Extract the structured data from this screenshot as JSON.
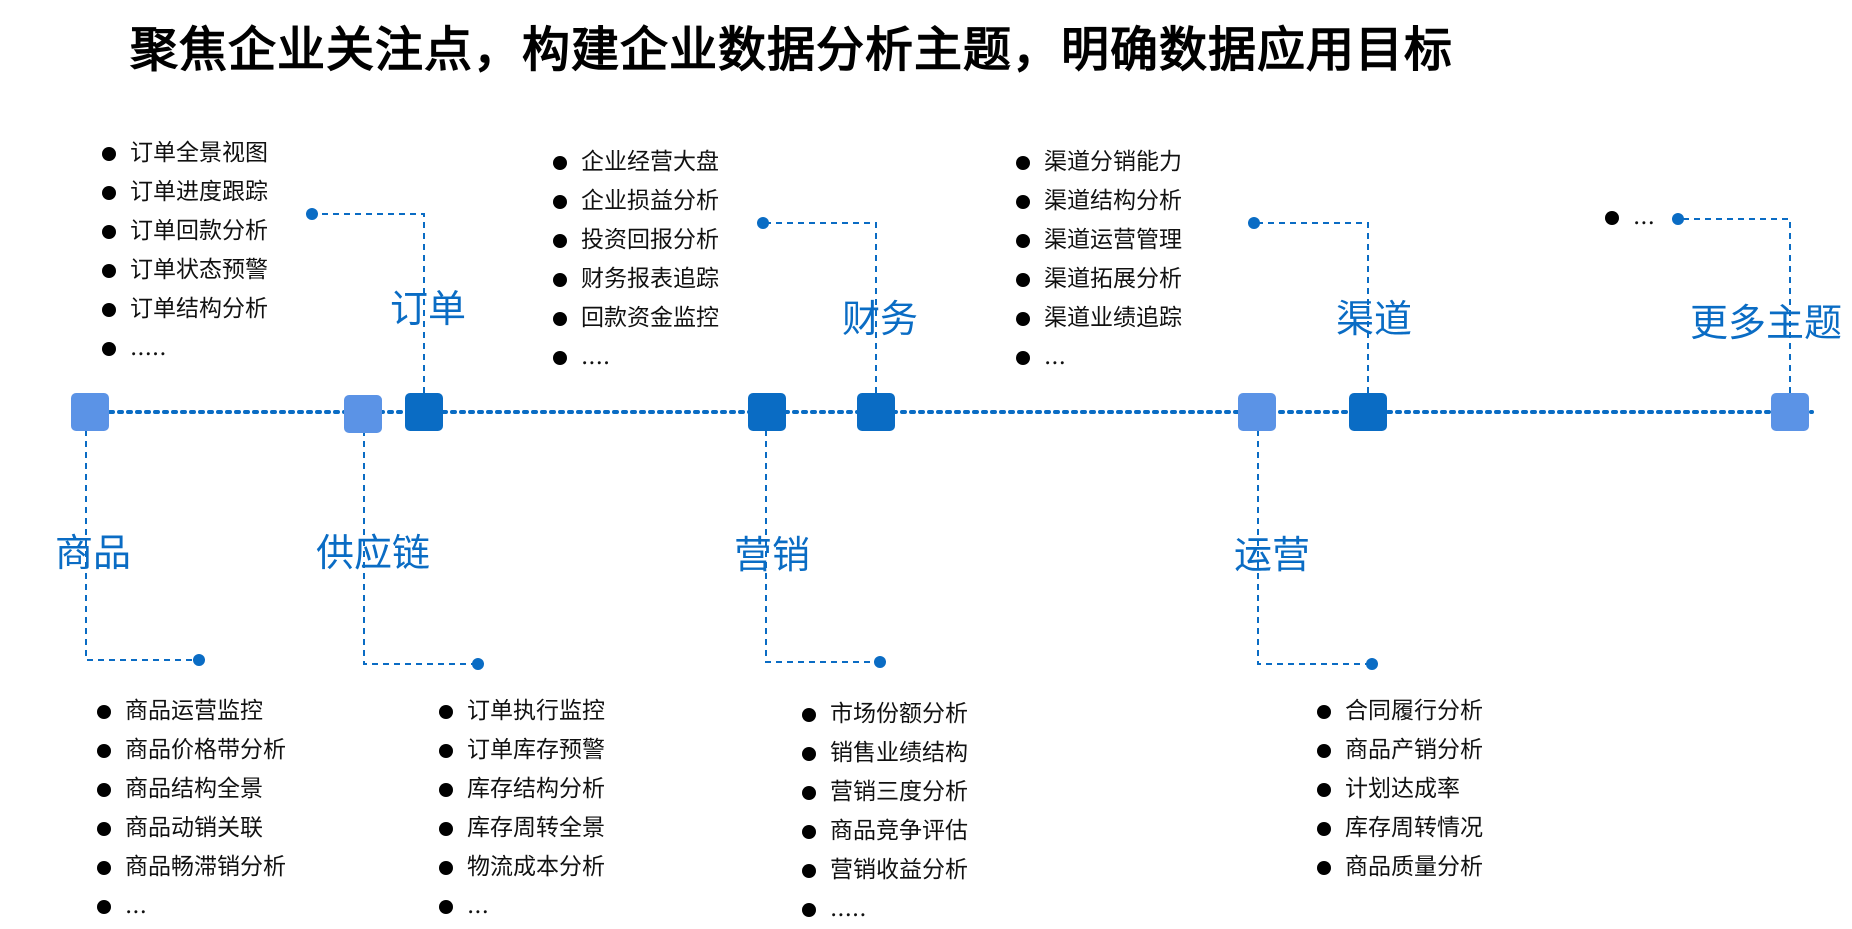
{
  "title": "聚焦企业关注点，构建企业数据分析主题，明确数据应用目标",
  "colors": {
    "node_light": "#5b93e6",
    "node_dark": "#0a6cc4",
    "connector": "#0a6cc4",
    "label": "#0a6cc4"
  },
  "topics": {
    "dingdan": {
      "label": "订单",
      "items": [
        "订单全景视图",
        "订单进度跟踪",
        "订单回款分析",
        "订单状态预警",
        "订单结构分析",
        "....."
      ]
    },
    "caiwu": {
      "label": "财务",
      "items": [
        "企业经营大盘",
        "企业损益分析",
        "投资回报分析",
        "财务报表追踪",
        "回款资金监控",
        "...."
      ]
    },
    "qudao": {
      "label": "渠道",
      "items": [
        "渠道分销能力",
        "渠道结构分析",
        "渠道运营管理",
        "渠道拓展分析",
        "渠道业绩追踪",
        "..."
      ]
    },
    "more": {
      "label": "更多主题",
      "items": [
        "..."
      ]
    },
    "shangpin": {
      "label": "商品",
      "items": [
        "商品运营监控",
        "商品价格带分析",
        "商品结构全景",
        "商品动销关联",
        "商品畅滞销分析",
        "..."
      ]
    },
    "gongyinglian": {
      "label": "供应链",
      "items": [
        "订单执行监控",
        "订单库存预警",
        "库存结构分析",
        "库存周转全景",
        "物流成本分析",
        "..."
      ]
    },
    "yingxiao": {
      "label": "营销",
      "items": [
        "市场份额分析",
        "销售业绩结构",
        "营销三度分析",
        "商品竞争评估",
        "营销收益分析",
        "....."
      ]
    },
    "yunying": {
      "label": "运营",
      "items": [
        "合同履行分析",
        "商品产销分析",
        "计划达成率",
        "库存周转情况",
        "商品质量分析"
      ]
    }
  }
}
